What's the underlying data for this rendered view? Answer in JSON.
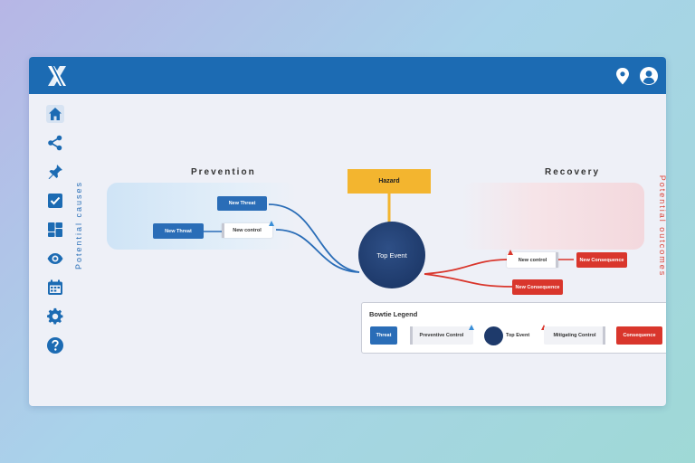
{
  "diagram": {
    "left_heading": "Prevention",
    "right_heading": "Recovery",
    "left_side_label": "Potential causes",
    "right_side_label": "Potential outcomes",
    "hazard": "Hazard",
    "top_event": "Top Event",
    "threats": [
      "New Threat",
      "New Threat"
    ],
    "preventive_controls": [
      "New control"
    ],
    "mitigating_controls": [
      "New control"
    ],
    "consequences": [
      "New Consequence",
      "New Consequence"
    ]
  },
  "legend": {
    "title": "Bowtie Legend",
    "threat": "Threat",
    "preventive_control": "Preventive Control",
    "top_event": "Top Event",
    "mitigating_control": "Mitigating Control",
    "consequence": "Consequence"
  },
  "icons": {
    "logo": "x-logo-icon",
    "topbar": [
      "location-pin-icon",
      "user-icon"
    ],
    "sidebar": [
      "home-icon",
      "share-icon",
      "pin-icon",
      "checkbox-icon",
      "dashboard-icon",
      "eye-icon",
      "calendar-icon",
      "settings-icon",
      "help-icon"
    ]
  },
  "colors": {
    "topbar": "#1c6bb3",
    "threat": "#2a6db7",
    "consequence": "#d9362c",
    "hazard": "#f3b52f",
    "top_event": "#1e3a6b"
  }
}
